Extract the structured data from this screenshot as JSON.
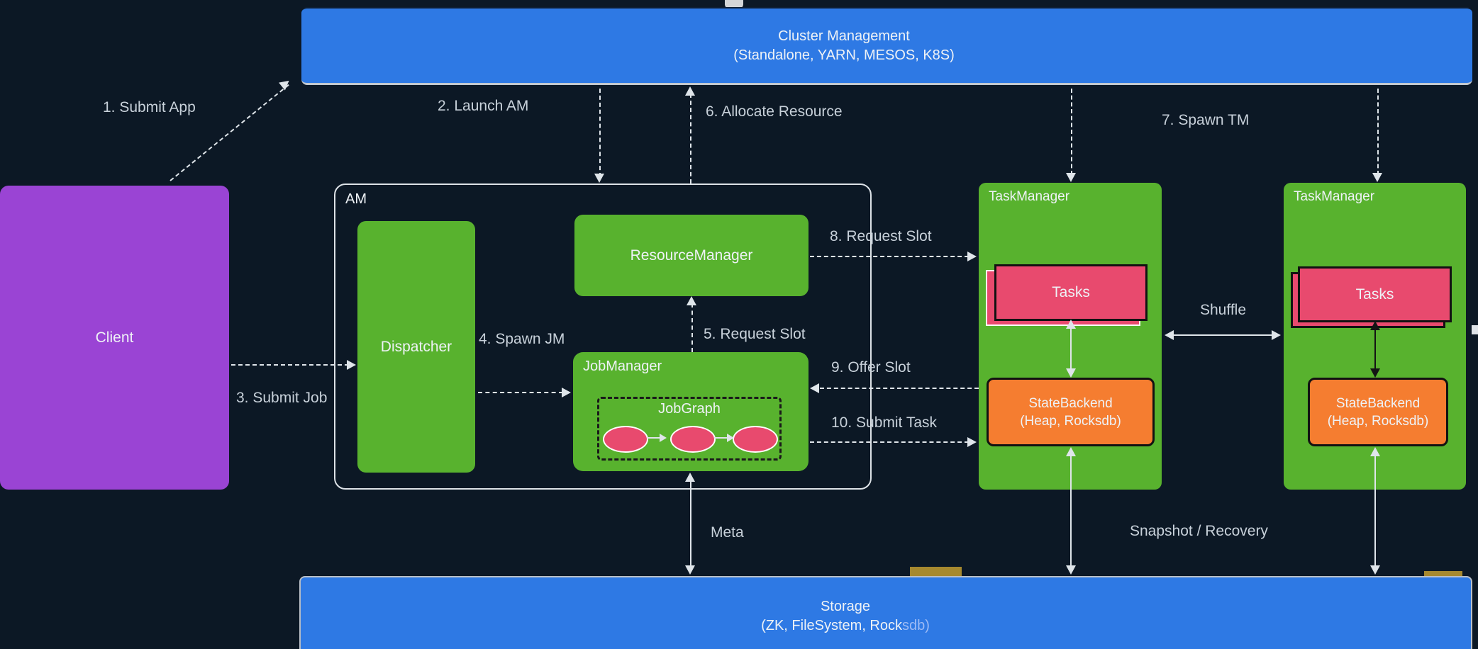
{
  "banner_top": {
    "title": "Cluster Management",
    "subtitle": "(Standalone, YARN, MESOS, K8S)"
  },
  "banner_bottom": {
    "title": "Storage",
    "subtitle_prefix": "(ZK, FileSystem, Rock",
    "subtitle_highlight": "sdb)"
  },
  "client": {
    "label": "Client"
  },
  "am": {
    "label": "AM",
    "dispatcher": "Dispatcher",
    "resource_manager": "ResourceManager",
    "job_manager": "JobManager",
    "job_graph": "JobGraph"
  },
  "task_manager_1": {
    "label": "TaskManager",
    "tasks": "Tasks",
    "state_backend_line1": "StateBackend",
    "state_backend_line2": "(Heap, Rocksdb)"
  },
  "task_manager_2": {
    "label": "TaskManager",
    "tasks": "Tasks",
    "state_backend_line1": "StateBackend",
    "state_backend_line2": "(Heap, Rocksdb)"
  },
  "edges": {
    "e1": "1. Submit App",
    "e2": "2. Launch AM",
    "e3": "3. Submit Job",
    "e4": "4. Spawn JM",
    "e5": "5. Request Slot",
    "e6": "6. Allocate Resource",
    "e7": "7. Spawn TM",
    "e8": "8. Request Slot",
    "e9": "9. Offer Slot",
    "e10": "10. Submit Task",
    "shuffle": "Shuffle",
    "meta": "Meta",
    "snapshot": "Snapshot / Recovery"
  },
  "colors": {
    "bg": "#0c1825",
    "blue": "#2e79e4",
    "green": "#58b22e",
    "purple": "#9a44d4",
    "pink": "#e84a6e",
    "orange": "#f57d30",
    "tan": "#a6892f",
    "line": "#dfe5ea",
    "label": "#c8d1da",
    "boxtext": "#eef2f6",
    "dark": "#141414"
  }
}
